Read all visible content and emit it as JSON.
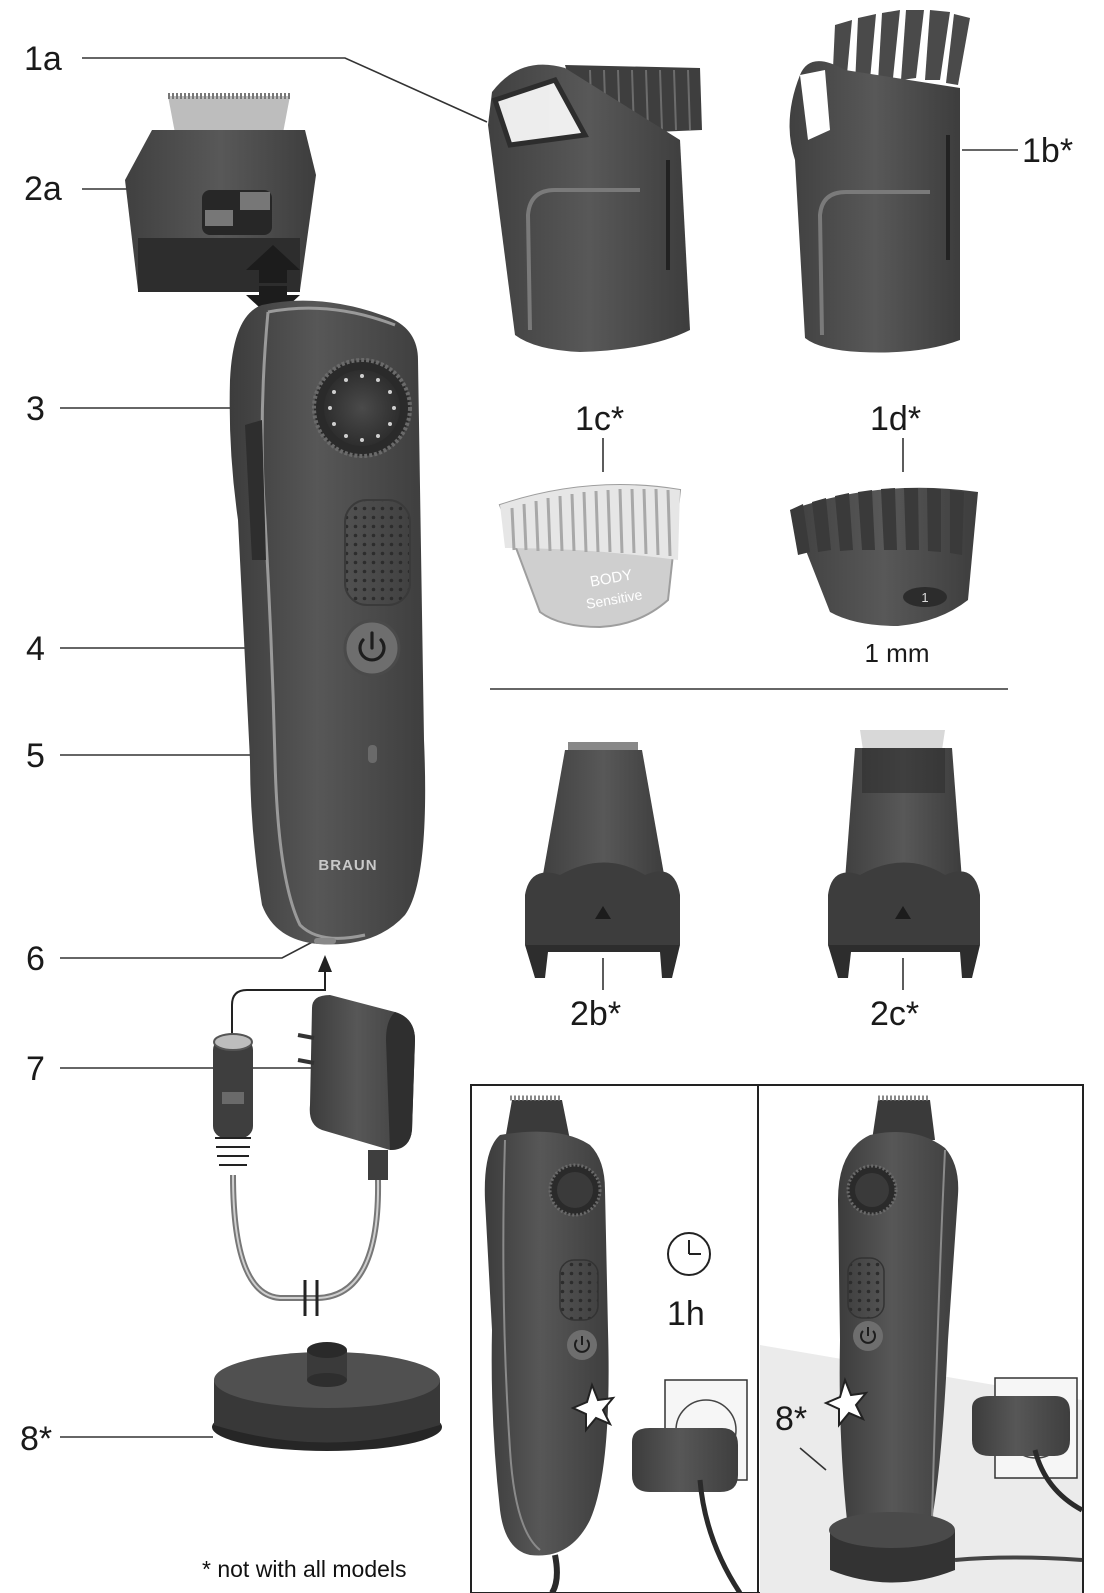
{
  "labels": {
    "c1a": "1a",
    "c1b": "1b*",
    "c1c": "1c*",
    "c1d": "1d*",
    "c2a": "2a",
    "c2b": "2b*",
    "c2c": "2c*",
    "c3": "3",
    "c4": "4",
    "c5": "5",
    "c6": "6",
    "c7": "7",
    "c8": "8*",
    "c8_panel": "8*"
  },
  "comb_texts": {
    "body": "BODY",
    "sensitive": "Sensitive",
    "comb_number": "1",
    "comb_size": "1 mm"
  },
  "brand": "BRAUN",
  "charge_time": "1h",
  "footnote": "* not with all models",
  "colors": {
    "device_body": "#4f4f4f",
    "device_dark": "#3a3a3a",
    "accent_stripe": "#9a9a9a",
    "light_comb": "#d6d6d6",
    "line": "#333333"
  },
  "icons": [
    "trimmer-icon",
    "comb-icon",
    "clock-icon",
    "power-icon",
    "charger-icon",
    "charging-stand-icon",
    "wall-socket-icon",
    "arrow-icon"
  ]
}
